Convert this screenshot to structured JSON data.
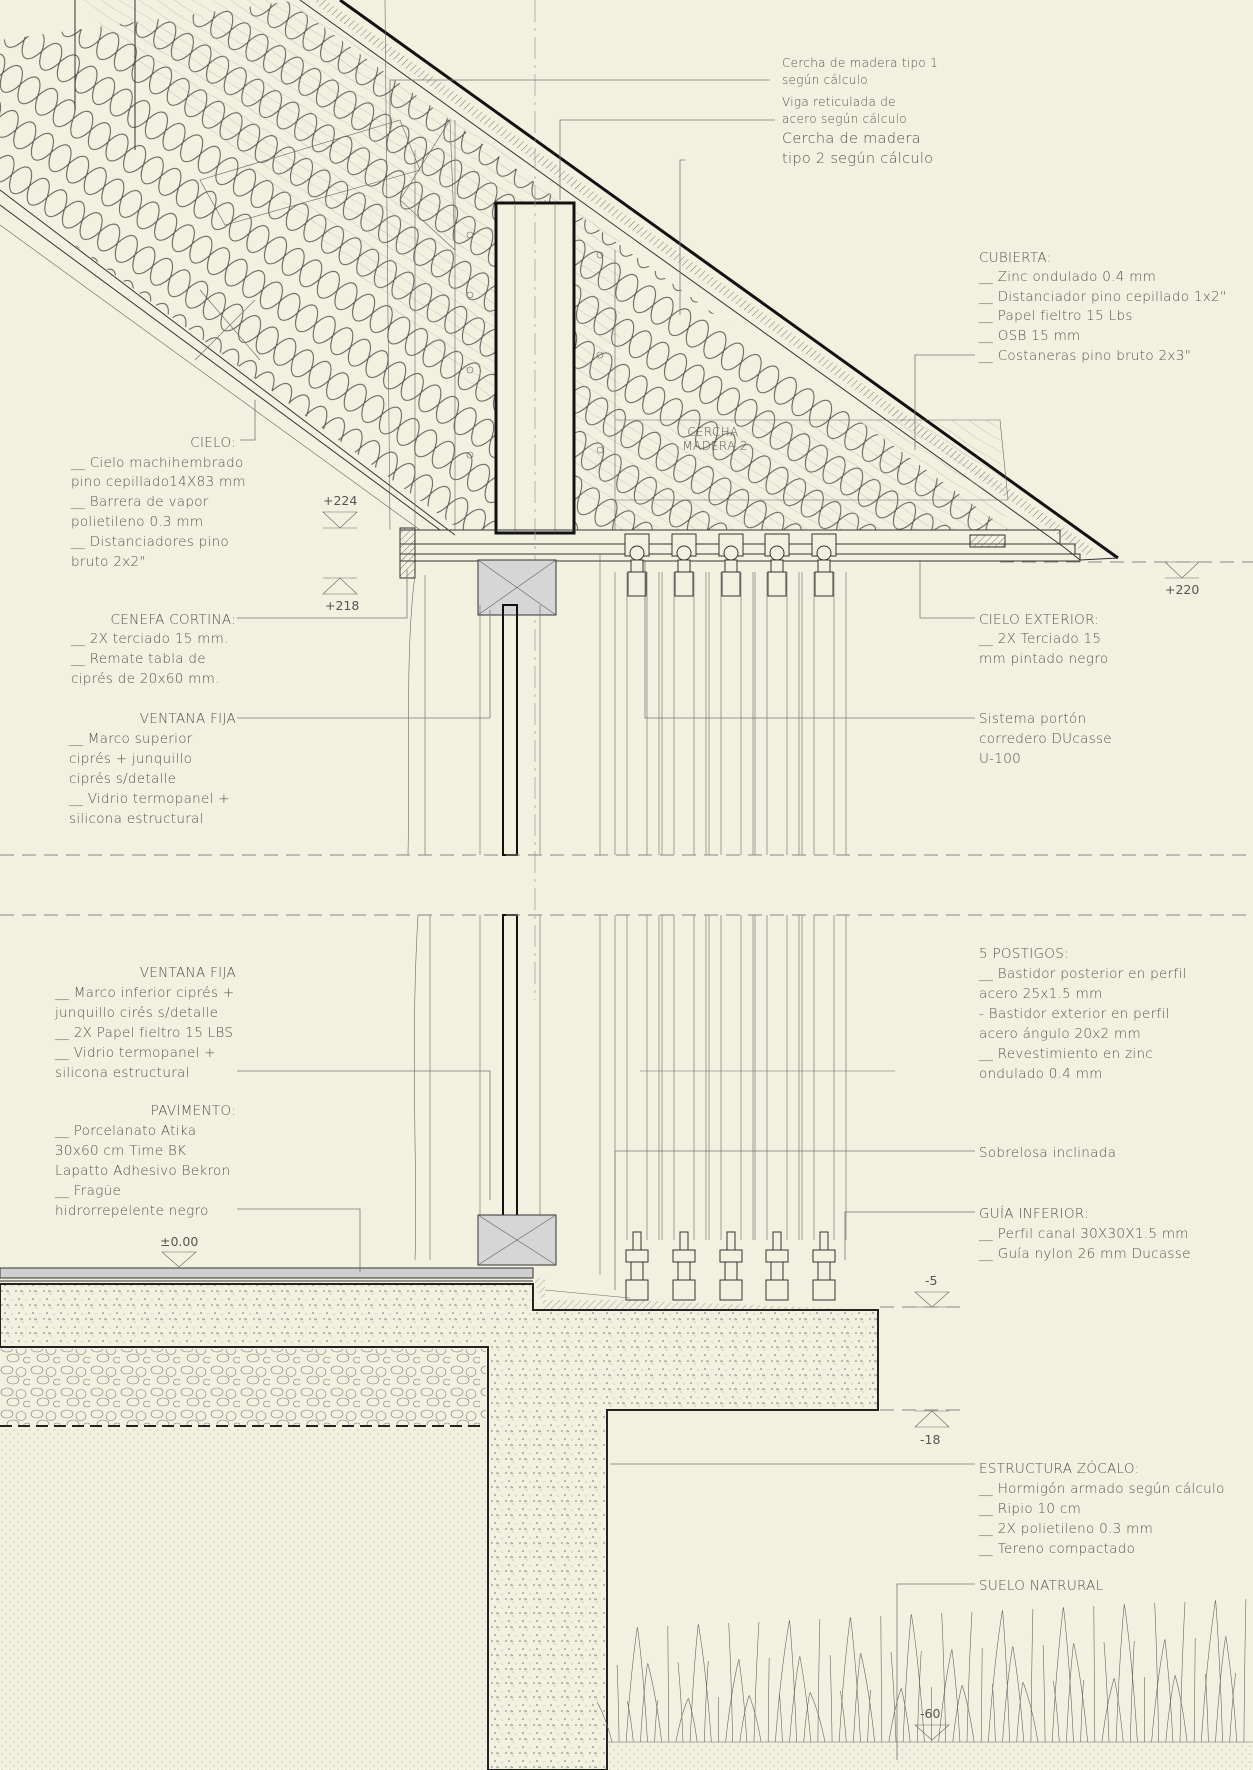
{
  "labels": {
    "cercha1": [
      "Cercha de madera tipo 1",
      "según cálculo"
    ],
    "viga": [
      "Viga reticulada de",
      "acero según cálculo"
    ],
    "cercha2": [
      "Cercha de madera",
      "tipo 2 según cálculo"
    ],
    "cubierta": [
      "CUBIERTA:",
      "__ Zinc ondulado 0.4 mm",
      "__ Distanciador pino cepillado 1x2\"",
      "__ Papel fieltro 15 Lbs",
      "__ OSB 15 mm",
      "__ Costaneras pino bruto 2x3\""
    ],
    "cielo": [
      "CIELO:",
      "__ Cielo machihembrado",
      "pino cepillado14X83 mm",
      "__ Barrera de vapor",
      "polietileno 0.3 mm",
      "__ Distanciadores pino",
      "bruto 2x2\""
    ],
    "madera_tag": [
      "CERCHA",
      "MADERA 2"
    ],
    "cenefa": [
      "CENEFA CORTINA:",
      "__ 2X terciado 15 mm.",
      "__ Remate tabla de",
      "ciprés de 20x60 mm."
    ],
    "cielo_ext": [
      "CIELO EXTERIOR:",
      "__ 2X Terciado 15",
      "mm pintado negro"
    ],
    "ventana_sup": [
      "VENTANA FIJA",
      "__ Marco superior",
      "ciprés + junquillo",
      "ciprés s/detalle",
      "__ Vidrio termopanel +",
      "silicona estructural"
    ],
    "porton": [
      "Sistema portón",
      "corredero DUcasse",
      "U-100"
    ],
    "postigos": [
      "5 POSTIGOS:",
      "__ Bastidor posterior en perfil",
      "acero 25x1.5 mm",
      "- Bastidor exterior en perfil",
      "acero ángulo 20x2 mm",
      "__ Revestimiento en zinc",
      "ondulado 0.4 mm"
    ],
    "ventana_inf": [
      "VENTANA FIJA",
      "__ Marco inferior ciprés +",
      "junquillo cirés s/detalle",
      "__ 2X Papel fieltro 15 LBS",
      "__ Vidrio termopanel +",
      "silicona estructural"
    ],
    "pavimento": [
      "PAVIMENTO:",
      "__ Porcelanato Atika",
      "30x60 cm Time BK",
      "Lapatto Adhesivo Bekron",
      "__ Fragüe",
      "hidrorrepelente negro"
    ],
    "sobrelosa": [
      "Sobrelosa inclinada"
    ],
    "guia": [
      "GUÍA INFERIOR:",
      "__ Perfil canal  30X30X1.5 mm",
      "__ Guía nylon 26  mm Ducasse"
    ],
    "zocalo": [
      "ESTRUCTURA ZÓCALO:",
      "__ Hormigón armado según cálculo",
      "__ Ripio 10 cm",
      "__ 2X polietileno 0.3 mm",
      "__ Tereno compactado"
    ],
    "suelo": [
      "SUELO NATRURAL"
    ]
  },
  "levels": {
    "l224": "+224",
    "l218": "+218",
    "l220": "+220",
    "l000": "±0.00",
    "lm5": "-5",
    "lm18": "-18",
    "lm60": "-60"
  },
  "colors": {
    "paper": "#f2f1df",
    "ink": "#222222",
    "text": "#555555"
  }
}
